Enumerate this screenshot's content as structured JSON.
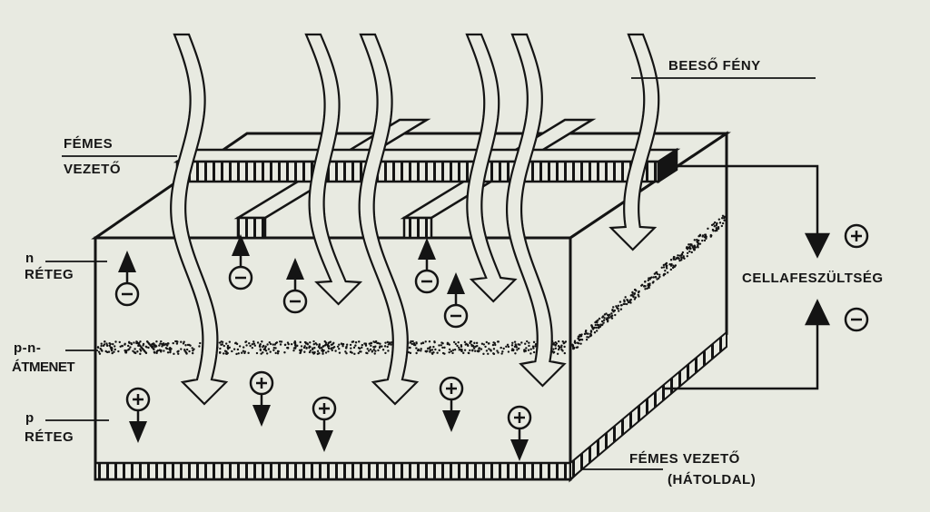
{
  "labels": {
    "incident_light": "BEESŐ FÉNY",
    "metal_conductor_top_line1": "FÉMES",
    "metal_conductor_top_line2": "VEZETŐ",
    "n_layer_line1": "n",
    "n_layer_line2": "RÉTEG",
    "pn_junction_line1": "p-n-",
    "pn_junction_line2": "ÁTMENET",
    "p_layer_line1": "p",
    "p_layer_line2": "RÉTEG",
    "cell_voltage": "CELLAFESZÜLTSÉG",
    "metal_conductor_back_line1": "FÉMES VEZETŐ",
    "metal_conductor_back_line2": "(HÁTOLDAL)"
  },
  "symbols": {
    "plus": "+",
    "minus": "−"
  },
  "colors": {
    "ink": "#141414",
    "paper": "#e8eae1"
  }
}
